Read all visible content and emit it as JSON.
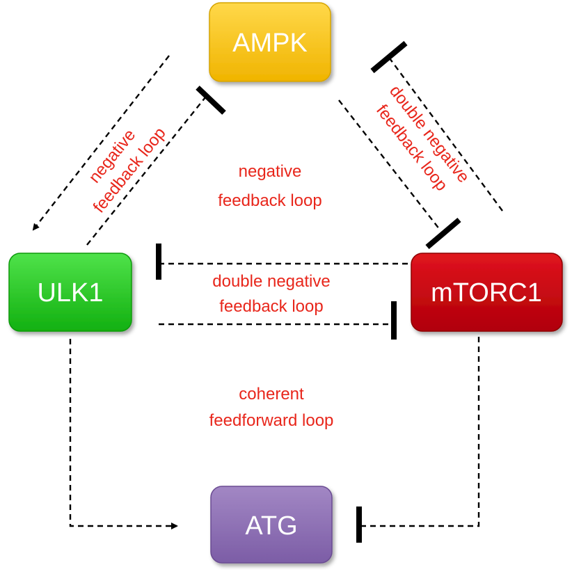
{
  "nodes": {
    "ampk": {
      "label": "AMPK",
      "color": "#f7c21c"
    },
    "ulk1": {
      "label": "ULK1",
      "color": "#1fc21b"
    },
    "mtorc1": {
      "label": "mTORC1",
      "color": "#c8000a"
    },
    "atg": {
      "label": "ATG",
      "color": "#8e6fb3"
    }
  },
  "loops": {
    "left_negative": {
      "line1": "negative",
      "line2": "feedback loop"
    },
    "right_double": {
      "line1": "double negative",
      "line2": "feedback loop"
    },
    "center_negative": {
      "line1": "negative",
      "line2": "feedback loop"
    },
    "middle_double": {
      "line1": "double negative",
      "line2": "feedback loop"
    },
    "feedforward": {
      "line1": "coherent",
      "line2": "feedforward loop"
    }
  },
  "colors": {
    "label_red": "#e8261b",
    "edge": "#000000"
  }
}
